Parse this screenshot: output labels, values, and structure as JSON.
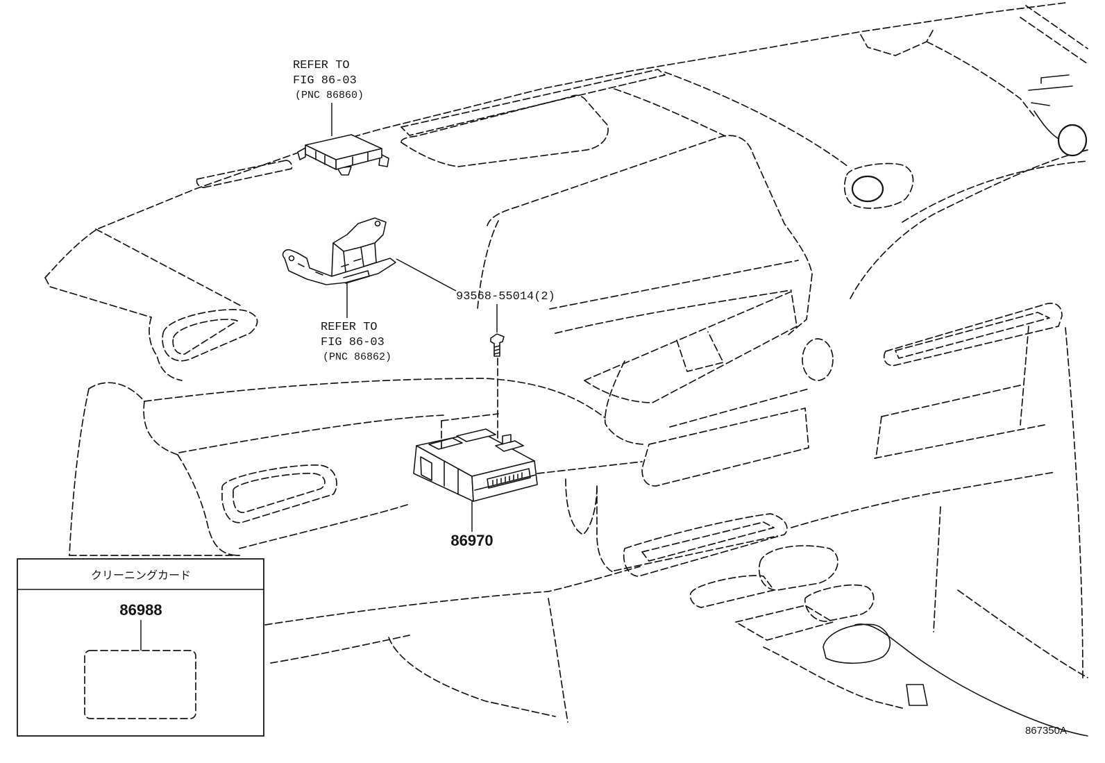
{
  "figure_id": "867350A",
  "callouts": {
    "upper_reference": {
      "line1": "REFER TO",
      "line2": "FIG 86-03",
      "line3": "(PNC 86860)"
    },
    "bracket_reference": {
      "line1": "REFER TO",
      "line2": "FIG 86-03",
      "line3": "(PNC 86862)"
    },
    "screw_part": "93568-55014(2)",
    "module_part": "86970"
  },
  "inset": {
    "title": "クリーニングカード",
    "part_number": "86988"
  }
}
